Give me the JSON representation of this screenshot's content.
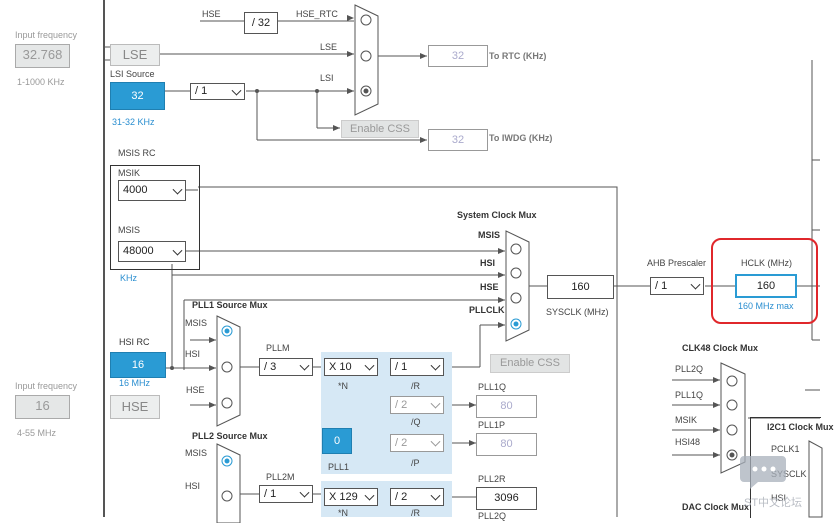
{
  "left": {
    "input_freq_label_1": "Input frequency",
    "input_freq_value_1": "32.768",
    "input_freq_range_1": "1-1000 KHz",
    "input_freq_label_2": "Input frequency",
    "input_freq_value_2": "16",
    "input_freq_range_2": "4-55 MHz"
  },
  "top": {
    "hse": "HSE",
    "hse_div": "/ 32",
    "hse_rtc": "HSE_RTC",
    "lse_box": "LSE",
    "lse_line": "LSE",
    "lsi_line": "LSI",
    "lsi_source": "LSI Source",
    "lsi_value": "32",
    "lsi_range": "31-32 KHz",
    "lsi_div": "/ 1",
    "enable_css": "Enable CSS",
    "rtc_value": "32",
    "rtc_label": "To RTC (KHz)",
    "iwdg_value": "32",
    "iwdg_label": "To IWDG (KHz)"
  },
  "msis": {
    "title": "MSIS RC",
    "msik_label": "MSIK",
    "msik_value": "4000",
    "msis_label": "MSIS",
    "msis_value": "48000",
    "unit": "KHz"
  },
  "sysclk": {
    "mux_title": "System Clock Mux",
    "in_msis": "MSIS",
    "in_hsi": "HSI",
    "in_hse": "HSE",
    "in_pllclk": "PLLCLK",
    "value": "160",
    "label": "SYSCLK (MHz)",
    "enable_css": "Enable CSS"
  },
  "ahb": {
    "label": "AHB Prescaler",
    "value": "/ 1"
  },
  "hclk": {
    "label": "HCLK (MHz)",
    "value": "160",
    "max": "160 MHz max"
  },
  "pll1": {
    "mux_title": "PLL1 Source Mux",
    "in_msis": "MSIS",
    "in_hsi": "HSI",
    "in_hse": "HSE",
    "pllm_label": "PLLM",
    "pllm_value": "/ 3",
    "n_value": "X 10",
    "n_label": "*N",
    "r_value": "/ 1",
    "r_label": "/R",
    "q_value": "/ 2",
    "q_label": "/Q",
    "p_value": "/ 2",
    "p_label": "/P",
    "pll1q_label": "PLL1Q",
    "pll1q_value": "80",
    "pll1p_label": "PLL1P",
    "pll1p_value": "80",
    "frac_value": "0",
    "name": "PLL1"
  },
  "hsi": {
    "title": "HSI RC",
    "value": "16",
    "unit": "16 MHz",
    "hse_box": "HSE"
  },
  "pll2": {
    "mux_title": "PLL2 Source Mux",
    "in_msis": "MSIS",
    "in_hsi": "HSI",
    "pll2m_label": "PLL2M",
    "pll2m_value": "/ 1",
    "n_value": "X 129",
    "n_label": "*N",
    "r_value": "/ 2",
    "r_label": "/R",
    "pll2r_label": "PLL2R",
    "pll2r_value": "3096",
    "pll2q_label": "PLL2Q"
  },
  "clk48": {
    "title": "CLK48 Clock Mux",
    "in1": "PLL2Q",
    "in2": "PLL1Q",
    "in3": "MSIK",
    "in4": "HSI48"
  },
  "i2c1": {
    "title": "I2C1 Clock Mux",
    "in1": "PCLK1",
    "in2": "SYSCLK",
    "in3": "HSI"
  },
  "dac": {
    "title": "DAC Clock Mux"
  },
  "watermark": "ST中文论坛",
  "colors": {
    "accent_blue": "#2a9bd4",
    "panel_blue": "#d6e8f5",
    "highlight_red": "#e0272b"
  }
}
